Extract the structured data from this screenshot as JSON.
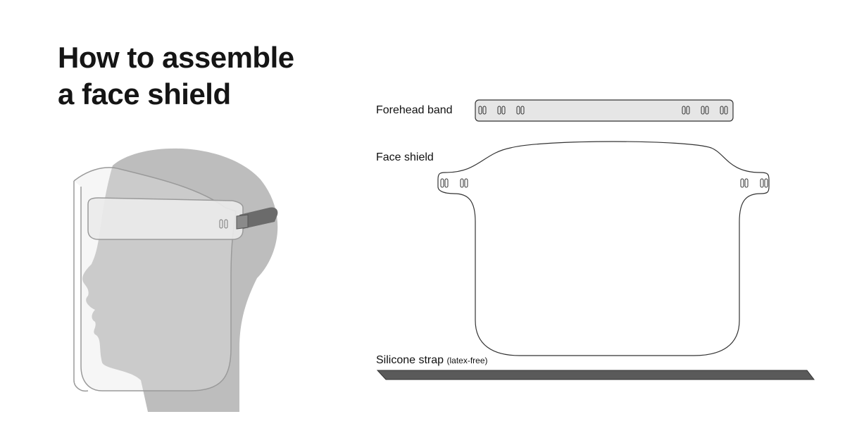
{
  "title": {
    "line1": "How to assemble",
    "line2": "a face shield"
  },
  "parts": {
    "forehead_band": {
      "label": "Forehead band"
    },
    "face_shield": {
      "label": "Face shield"
    },
    "silicone_strap": {
      "label": "Silicone strap",
      "note": "(latex-free)"
    }
  },
  "colors": {
    "head": "#bdbdbd",
    "band_fill": "#e8e8e8",
    "strap": "#5a5a5a",
    "outline": "#333333"
  }
}
